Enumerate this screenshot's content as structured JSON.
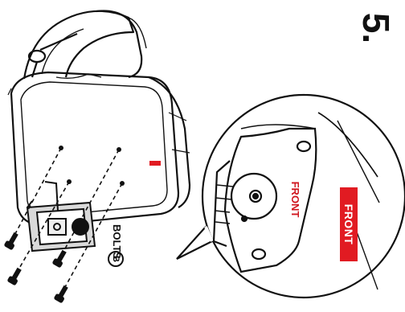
{
  "step": {
    "number": "5."
  },
  "callout": {
    "front_label": "FRONT"
  },
  "tag": {
    "front_label": "FRONT"
  },
  "legend": {
    "letter": "B",
    "label": "BOLTS"
  },
  "colors": {
    "accent": "#e11b22",
    "line": "#111111",
    "background": "#ffffff"
  }
}
